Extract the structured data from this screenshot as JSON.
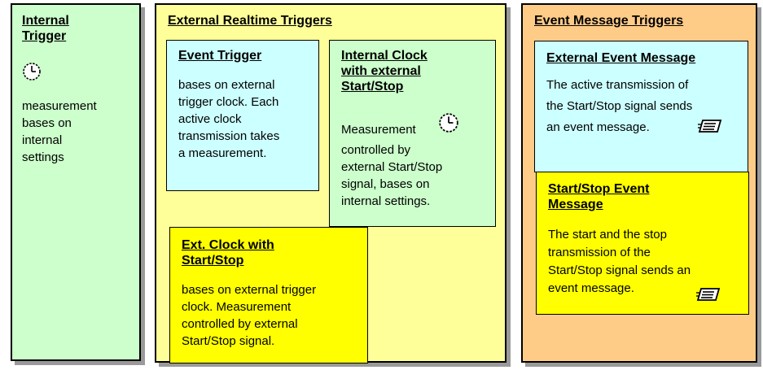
{
  "colors": {
    "internal_bg": "#ccffcc",
    "external_bg": "#ffff99",
    "event_msg_bg": "#ffcc88",
    "event_trigger_bg": "#ccffff",
    "internal_clock_bg": "#ccffcc",
    "ext_clock_bg": "#ffff00",
    "ext_event_msg_bg": "#ccffff",
    "startstop_msg_bg": "#ffff00"
  },
  "internal_trigger": {
    "title": "Internal\nTrigger",
    "icon": "clock-icon",
    "body": "measurement\nbases on\ninternal\nsettings"
  },
  "external_realtime": {
    "title": "External Realtime Triggers",
    "event_trigger": {
      "title": "Event Trigger",
      "body": "bases on external\ntrigger clock. Each\nactive clock\ntransmission takes\na  measurement."
    },
    "internal_clock": {
      "title": "Internal Clock\nwith external\nStart/Stop",
      "body_first": "Measurement",
      "icon": "clock-icon",
      "body_rest": "controlled by\nexternal Start/Stop\nsignal,  bases on\ninternal settings."
    },
    "ext_clock": {
      "title": "Ext. Clock with\nStart/Stop",
      "body": "bases on external trigger\nclock. Measurement\ncontrolled  by  external\nStart/Stop signal."
    }
  },
  "event_message": {
    "title": "Event  Message Triggers",
    "external_event": {
      "title": "External Event Message",
      "body": "The active transmission of\nthe Start/Stop signal sends\nan event message.",
      "icon": "message-icon"
    },
    "startstop_event": {
      "title": "Start/Stop Event\nMessage",
      "body": "The start and the stop\ntransmission of the\nStart/Stop signal sends an\nevent message.",
      "icon": "message-icon"
    }
  }
}
